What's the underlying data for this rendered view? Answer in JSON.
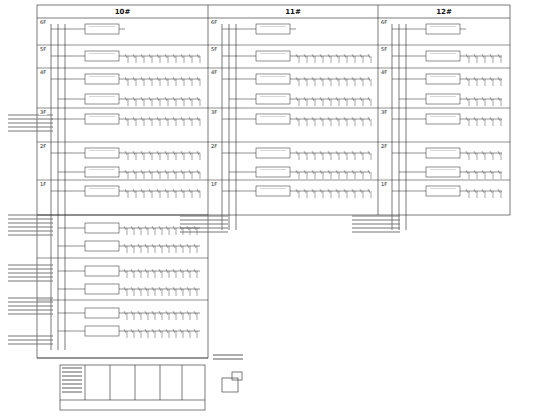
{
  "diagram": {
    "nodes": [
      {
        "text": [
          "10#"
        ]
      },
      {
        "text": [
          "11#"
        ]
      },
      {
        "text": [
          "12#"
        ]
      }
    ],
    "labels": [
      "6F",
      "5F",
      "4F",
      "3F",
      "2F",
      "1F",
      "6F",
      "5F",
      "4F",
      "3F",
      "2F",
      "1F",
      "6F",
      "5F",
      "4F",
      "3F",
      "2F",
      "1F"
    ]
  }
}
